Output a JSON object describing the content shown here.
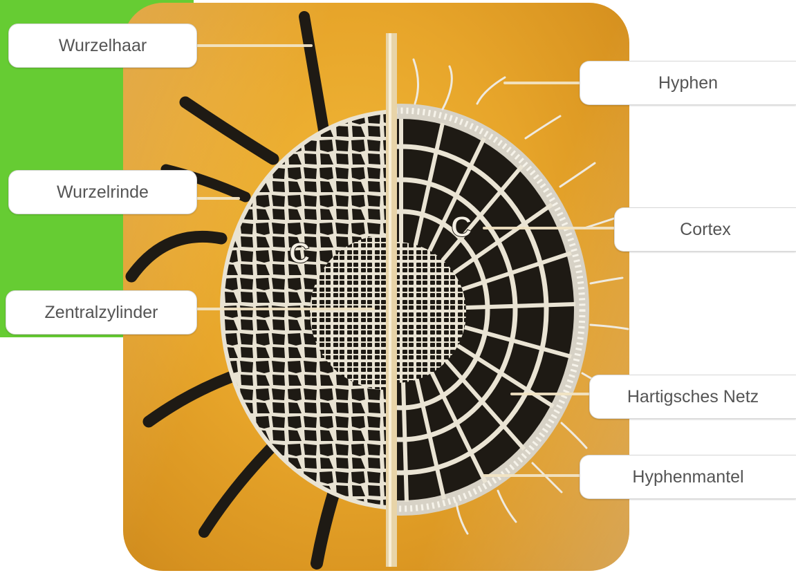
{
  "labels": {
    "wurzelhaar": "Wurzelhaar",
    "wurzelrinde": "Wurzelrinde",
    "zentralzylinder": "Zentralzylinder",
    "hyphen": "Hyphen",
    "cortex": "Cortex",
    "hartigsches_netz": "Hartigsches Netz",
    "hyphenmantel": "Hyphenmantel"
  },
  "cortex_marker": "C",
  "colors": {
    "accent_green": "#66cc33",
    "panel_orange": "#e7a52a",
    "cell_dark": "#1e1a14",
    "cell_wall": "#e8e2d2",
    "label_text": "#545454"
  }
}
